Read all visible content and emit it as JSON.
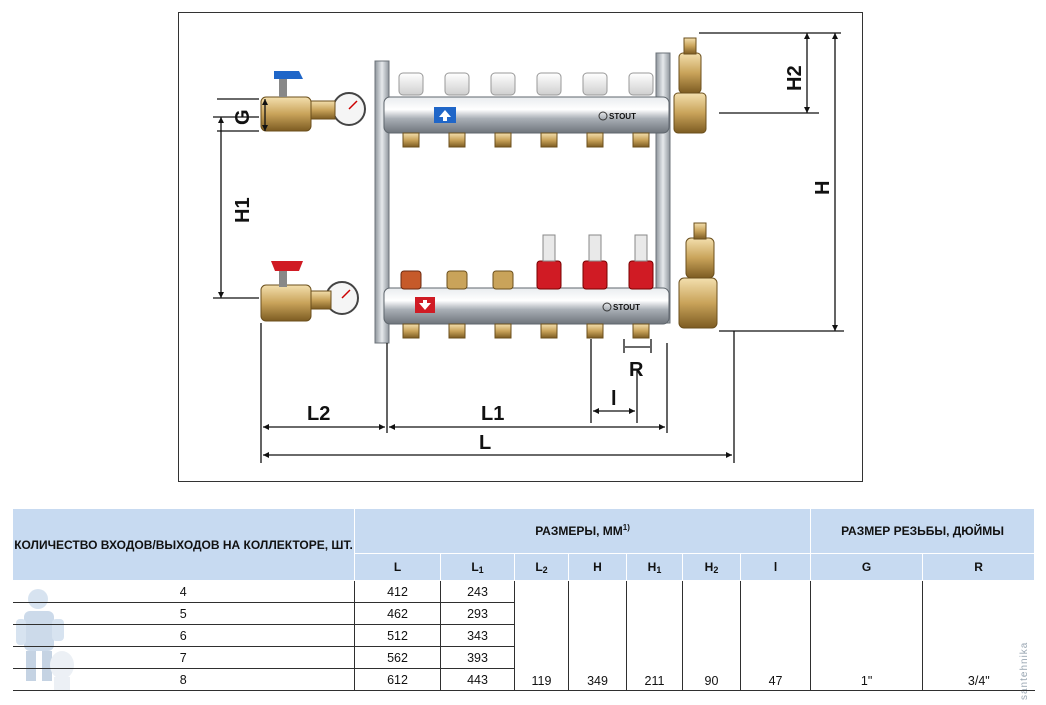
{
  "figure": {
    "brand_top": "STOUT",
    "brand_bottom": "STOUT",
    "labels": {
      "G": "G",
      "H1": "H1",
      "H2": "H2",
      "H": "H",
      "R": "R",
      "l": "l",
      "L2": "L2",
      "L1": "L1",
      "L": "L"
    }
  },
  "table": {
    "header_quantity": "КОЛИЧЕСТВО ВХОДОВ/ВЫХОДОВ НА КОЛЛЕКТОРЕ, ШТ.",
    "header_dimensions": "РАЗМЕРЫ, ММ",
    "header_dimensions_note": "1)",
    "header_thread": "РАЗМЕР РЕЗЬБЫ, ДЮЙМЫ",
    "col_L": "L",
    "col_L1": "L",
    "col_L1_sub": "1",
    "col_L2": "L",
    "col_L2_sub": "2",
    "col_H": "H",
    "col_H1": "H",
    "col_H1_sub": "1",
    "col_H2": "H",
    "col_H2_sub": "2",
    "col_l": "l",
    "col_G": "G",
    "col_R": "R",
    "rows": [
      {
        "n": "4",
        "L": "412",
        "L1": "243"
      },
      {
        "n": "5",
        "L": "462",
        "L1": "293"
      },
      {
        "n": "6",
        "L": "512",
        "L1": "343"
      },
      {
        "n": "7",
        "L": "562",
        "L1": "393"
      },
      {
        "n": "8",
        "L": "612",
        "L1": "443"
      }
    ],
    "common": {
      "L2": "119",
      "H": "349",
      "H1": "211",
      "H2": "90",
      "l": "47",
      "G": "1\"",
      "R": "3/4\""
    }
  },
  "colors": {
    "header_bg": "#c7daf1",
    "valve_blue": "#1f66c8",
    "valve_red": "#d01b24",
    "brass": "#c9a35a",
    "steel": "#b8bcc2"
  },
  "watermark": "santehnika"
}
